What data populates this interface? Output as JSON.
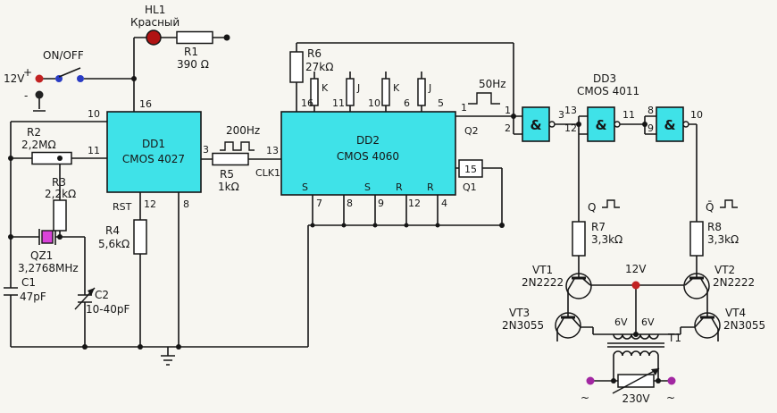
{
  "power": {
    "v12_input": "12V",
    "plus": "+",
    "minus": "-",
    "onoff": "ON/OFF",
    "v12_mid": "12V",
    "v6_left": "6V",
    "v6_right": "6V",
    "v230": "230V",
    "ac_left": "~",
    "ac_right": "~"
  },
  "components": {
    "hl1": {
      "ref": "HL1",
      "note": "Красный"
    },
    "r1": {
      "ref": "R1",
      "value": "390 Ω"
    },
    "r2": {
      "ref": "R2",
      "value": "2,2MΩ"
    },
    "r3": {
      "ref": "R3",
      "value": "2,2kΩ"
    },
    "r4": {
      "ref": "R4",
      "value": "5,6kΩ"
    },
    "r5": {
      "ref": "R5",
      "value": "1kΩ"
    },
    "r6": {
      "ref": "R6",
      "value": "27kΩ"
    },
    "r7": {
      "ref": "R7",
      "value": "3,3kΩ"
    },
    "r8": {
      "ref": "R8",
      "value": "3,3kΩ"
    },
    "c1": {
      "ref": "C1",
      "value": "47pF"
    },
    "c2": {
      "ref": "C2",
      "value": "10-40pF"
    },
    "qz1": {
      "ref": "QZ1",
      "value": "3,2768MHz"
    },
    "dd1": {
      "ref": "DD1",
      "value": "CMOS 4027"
    },
    "dd2": {
      "ref": "DD2",
      "value": "CMOS 4060"
    },
    "dd3": {
      "ref": "DD3",
      "value": "CMOS  4011"
    },
    "vt1": {
      "ref": "VT1",
      "value": "2N2222"
    },
    "vt2": {
      "ref": "VT2",
      "value": "2N2222"
    },
    "vt3": {
      "ref": "VT3",
      "value": "2N3055"
    },
    "vt4": {
      "ref": "VT4",
      "value": "2N3055"
    },
    "t1": {
      "ref": "T1"
    }
  },
  "signals": {
    "f200": "200Hz",
    "f50": "50Hz",
    "clk1": "CLK1",
    "rst": "RST",
    "q": "Q",
    "qbar": "Q̄",
    "q1": "Q1",
    "q2": "Q2",
    "amp": "&"
  },
  "pins": {
    "dd1": {
      "p16": "16",
      "p10": "10",
      "p11": "11",
      "p3": "3",
      "p12": "12",
      "p8": "8"
    },
    "dd2_top": {
      "p16": "16",
      "k1": "K",
      "p11": "11",
      "j1": "J",
      "p10": "10",
      "k2": "K",
      "p6": "6",
      "j2": "J",
      "p5": "5"
    },
    "dd2_left": {
      "p13": "13"
    },
    "dd2_right": {
      "p1": "1",
      "p15": "15"
    },
    "dd2_bottom": {
      "s1": "S",
      "p7": "7",
      "p8": "8",
      "s2": "S",
      "p9": "9",
      "r1": "R",
      "p12": "12",
      "r2": "R",
      "p4": "4"
    },
    "gate1": {
      "in1": "1",
      "in2": "2",
      "out": "3"
    },
    "gate2": {
      "in1": "13",
      "in2": "12",
      "out": "11"
    },
    "gate3": {
      "in1": "8",
      "in2": "9",
      "out": "10"
    }
  },
  "colors": {
    "ic_fill": "#3fe2e8",
    "crystal_fill": "#d943d9",
    "led_fill": "#b01313",
    "supply_dot": "#c22222",
    "switch_dot": "#2a3cc4",
    "ac_dot": "#a227a2"
  }
}
